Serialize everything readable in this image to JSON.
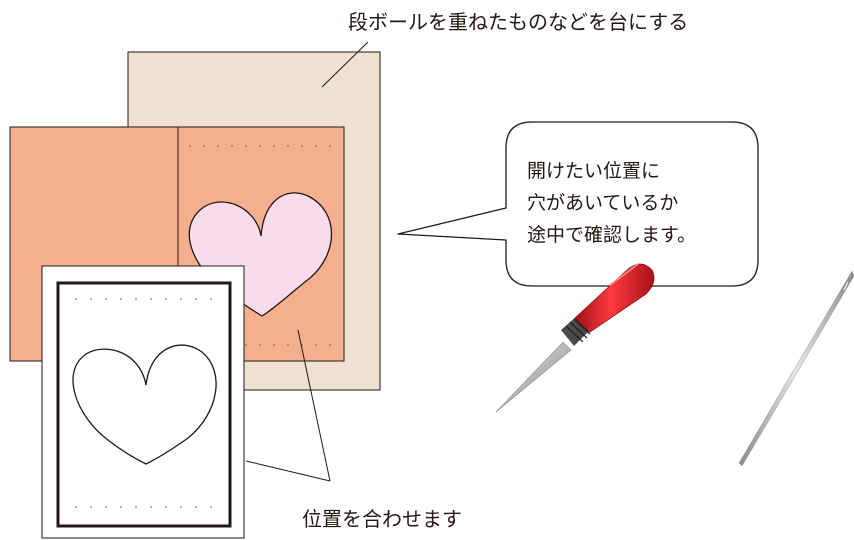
{
  "labels": {
    "top_note": "段ボールを重ねたものなどを台にする",
    "bottom_note": "位置を合わせます"
  },
  "speech_bubble": {
    "lines": [
      "開けたい位置に",
      "穴があいているか",
      "途中で確認します。"
    ]
  },
  "colors": {
    "cardboard": "#efe1d1",
    "card_salmon": "#f4b08e",
    "heart_pink": "#fadbe9",
    "outline": "#231815",
    "awl_handle": "#d8202a"
  }
}
